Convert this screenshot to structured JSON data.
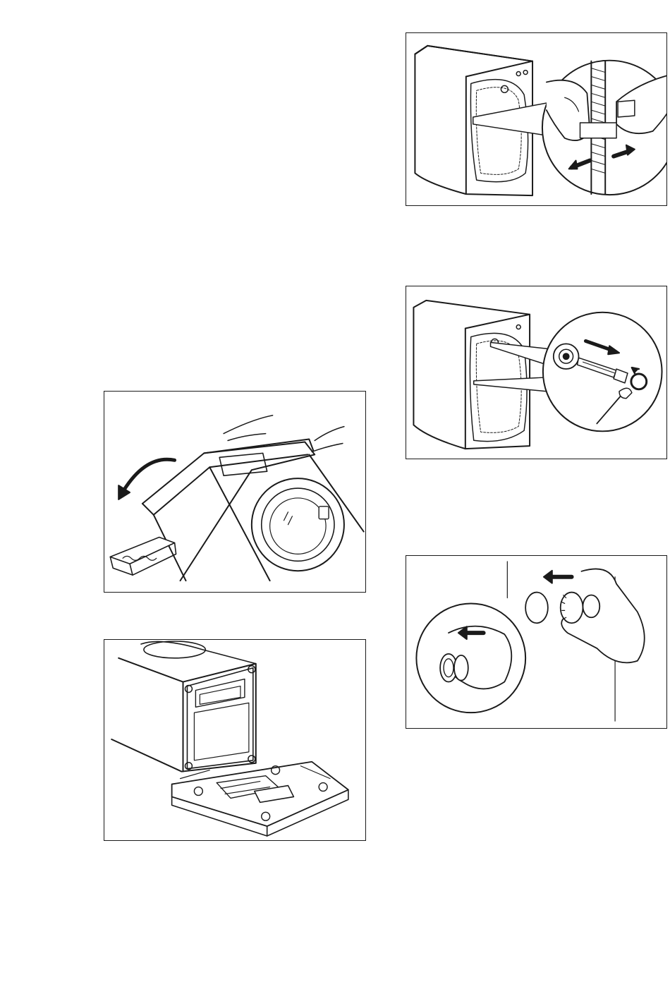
{
  "page": {
    "background": "#ffffff",
    "line_color": "#1a1a1a"
  },
  "figures": [
    {
      "id": "fig-hose-clips",
      "icon": "remove-hose-clips-illustration"
    },
    {
      "id": "fig-transit-bolt",
      "icon": "remove-transit-bolts-illustration"
    },
    {
      "id": "fig-caps",
      "icon": "insert-plastic-caps-illustration"
    },
    {
      "id": "fig-tilt",
      "icon": "tilt-washer-illustration"
    },
    {
      "id": "fig-base",
      "icon": "remove-base-packing-illustration"
    }
  ]
}
